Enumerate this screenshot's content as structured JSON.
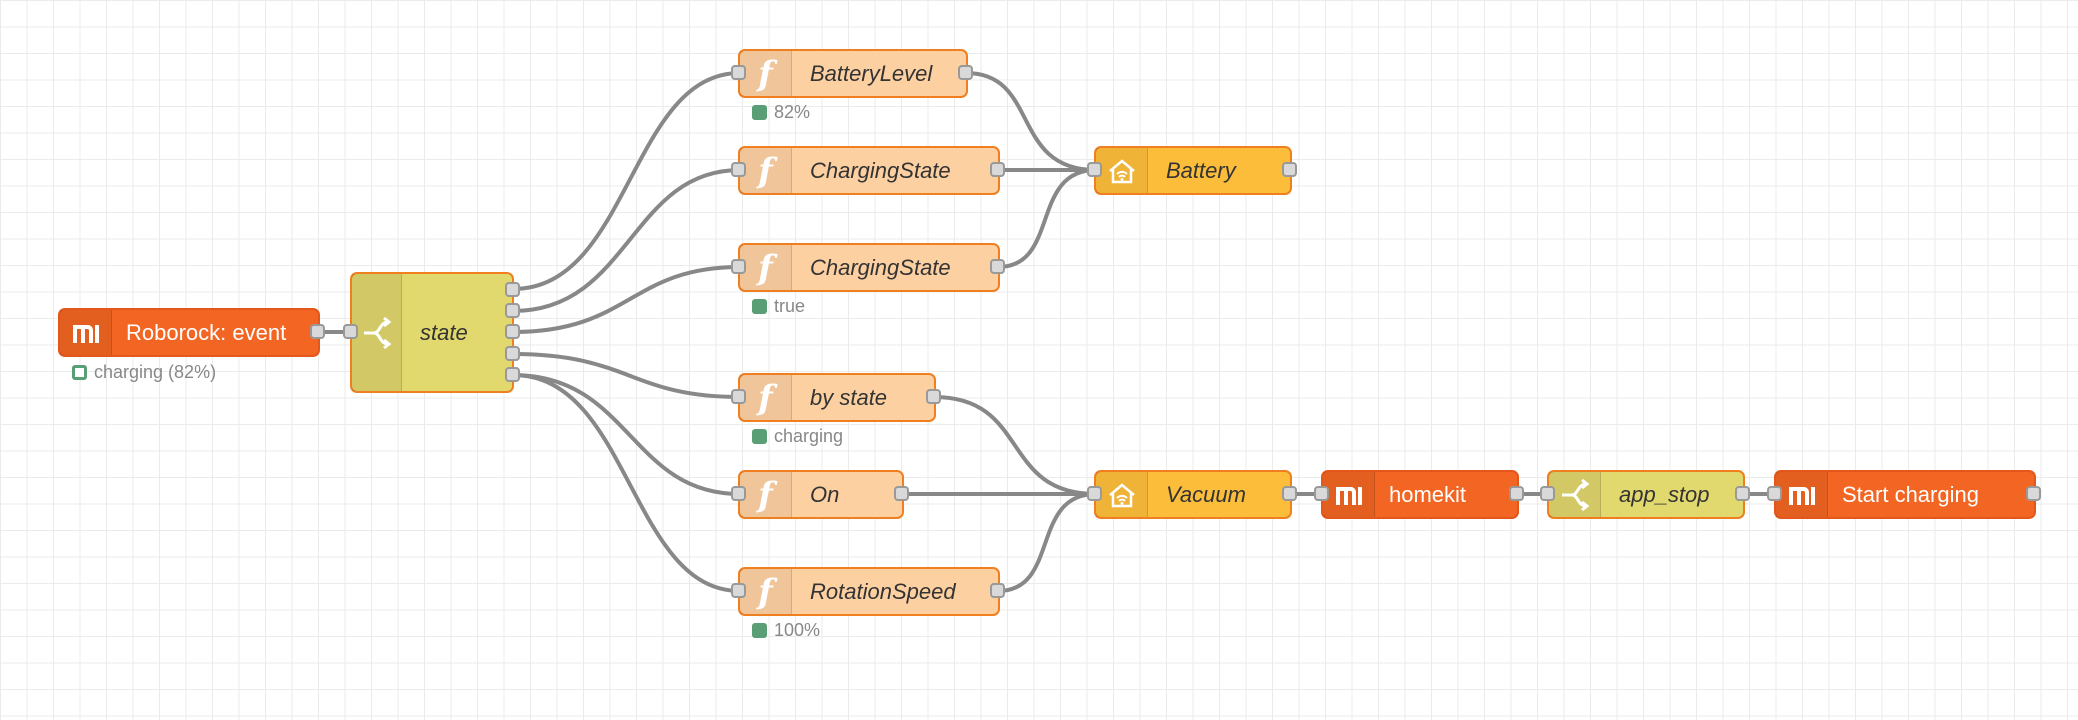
{
  "nodes": {
    "roborock_event": {
      "label": "Roborock: event",
      "status": "charging (82%)"
    },
    "state": {
      "label": "state"
    },
    "battery_level": {
      "label": "BatteryLevel",
      "status": "82%"
    },
    "charging_state_1": {
      "label": "ChargingState"
    },
    "charging_state_2": {
      "label": "ChargingState",
      "status": "true"
    },
    "by_state": {
      "label": "by state",
      "status": "charging"
    },
    "on": {
      "label": "On"
    },
    "rotation_speed": {
      "label": "RotationSpeed",
      "status": "100%"
    },
    "battery": {
      "label": "Battery"
    },
    "vacuum": {
      "label": "Vacuum"
    },
    "homekit": {
      "label": "homekit"
    },
    "app_stop": {
      "label": "app_stop"
    },
    "start_charging": {
      "label": "Start charging"
    }
  },
  "icons": {
    "function": "function-icon",
    "xiaomi": "xiaomi-mi-icon",
    "homekit": "homekit-home-icon",
    "switch": "switch-icon"
  },
  "colors": {
    "function_node": "#fdd0a2",
    "xiaomi_node": "#f26522",
    "homekit_node": "#fbbd3a",
    "switch_node": "#e2d96e",
    "node_border": "#ef7f1f",
    "wire": "#888888",
    "status_dot": "#5a9e75"
  }
}
